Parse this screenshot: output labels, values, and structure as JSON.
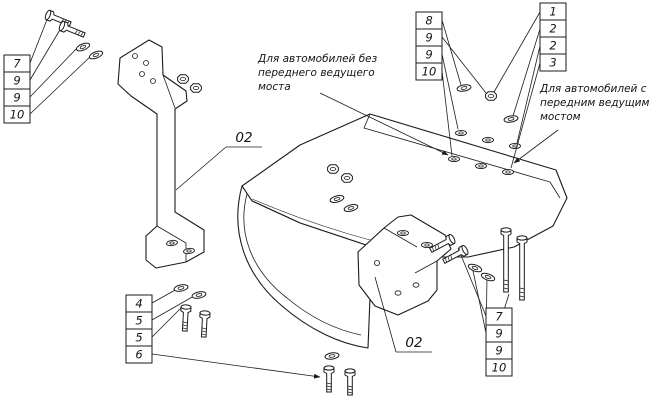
{
  "diagram_title": "exploded-assembly-drawing",
  "colors": {
    "line": "#1b1b1b",
    "background": "#ffffff"
  },
  "callouts": {
    "left": [
      "7",
      "9",
      "9",
      "10"
    ],
    "top_mid": [
      "8",
      "9",
      "9",
      "10"
    ],
    "top_right": [
      "1",
      "2",
      "2",
      "3"
    ],
    "bottom_left": [
      "4",
      "5",
      "5",
      "6"
    ],
    "bottom_right": [
      "7",
      "9",
      "9",
      "10"
    ]
  },
  "annotations": {
    "no_front_axle": [
      "Для автомобилей без",
      "переднего ведущего",
      "моста"
    ],
    "front_axle": [
      "Для автомобилей с",
      "передним ведущим",
      "мостом"
    ]
  },
  "part_labels": {
    "left_bracket": "02",
    "center_bracket": "02"
  }
}
